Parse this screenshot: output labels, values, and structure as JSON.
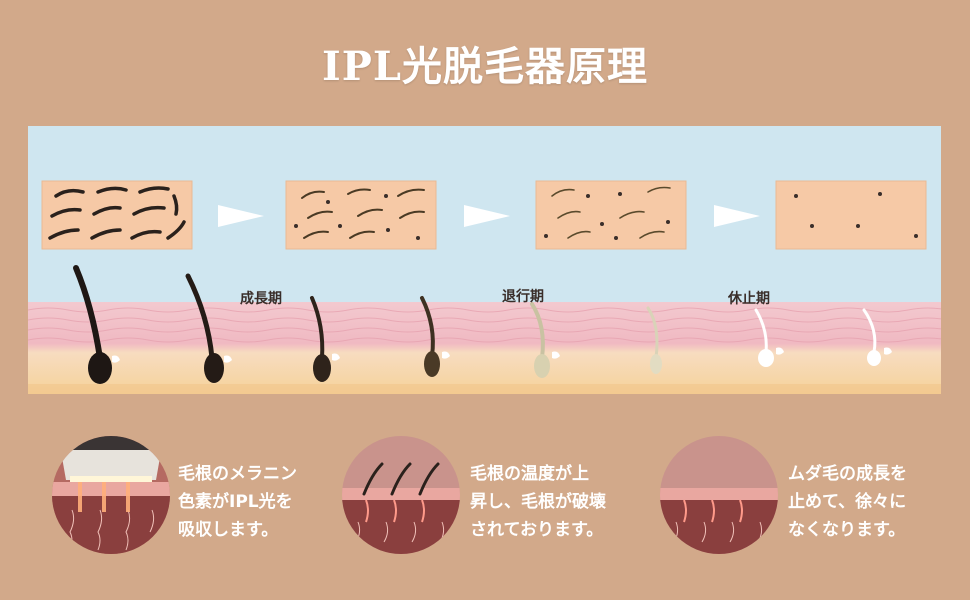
{
  "title": "IPL光脱毛器原理",
  "stages": [
    "成長期",
    "退行期",
    "休止期"
  ],
  "steps": [
    {
      "text": "毛根のメラニン\n色素がIPL光を\n吸収します。"
    },
    {
      "text": "毛根の温度が上\n昇し、毛根が破壊\nされております。"
    },
    {
      "text": "ムダ毛の成長を\n止めて、徐々に\nなくなります。"
    }
  ],
  "colors": {
    "background": "#d2a98a",
    "sky": "#cfe6f0",
    "skin_box": "#f6c9a6",
    "text_white": "#ffffff"
  },
  "icons": [
    "arrow-right-icon",
    "ipl-device-icon"
  ]
}
